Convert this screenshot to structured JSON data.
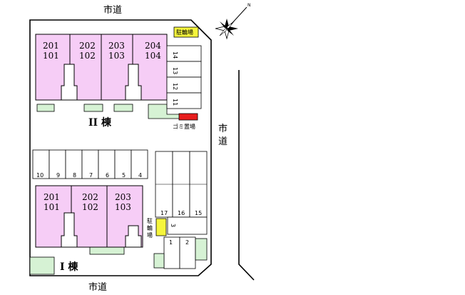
{
  "roads": {
    "top": "市道",
    "right_top": "市",
    "right_bottom": "道",
    "bottom": "市道"
  },
  "buildings": {
    "b2": {
      "label": "II 棟",
      "units": [
        {
          "upper": "201",
          "lower": "101"
        },
        {
          "upper": "202",
          "lower": "102"
        },
        {
          "upper": "203",
          "lower": "103"
        },
        {
          "upper": "204",
          "lower": "104"
        }
      ]
    },
    "b1": {
      "label": "I 棟",
      "units": [
        {
          "upper": "201",
          "lower": "101"
        },
        {
          "upper": "202",
          "lower": "102"
        },
        {
          "upper": "203",
          "lower": "103"
        }
      ]
    }
  },
  "bike_parking": {
    "top": "駐輪場",
    "lower_lines": [
      "駐",
      "輪",
      "場"
    ]
  },
  "garbage": {
    "label": "ゴミ置場"
  },
  "parking": {
    "right_column": [
      "14",
      "13",
      "12",
      "11"
    ],
    "middle_row": [
      "10",
      "9",
      "8",
      "7",
      "6",
      "5",
      "4"
    ],
    "right_block": [
      "17",
      "16",
      "15"
    ],
    "single": "3",
    "bottom_pair": [
      "1",
      "2"
    ]
  },
  "colors": {
    "unit_fill": "#f6cdf6",
    "green": "#d6f2d4",
    "bike_fill": "#f5f53c",
    "garbage_fill": "#e81e1e"
  },
  "icons": [
    "compass-rose-icon"
  ]
}
